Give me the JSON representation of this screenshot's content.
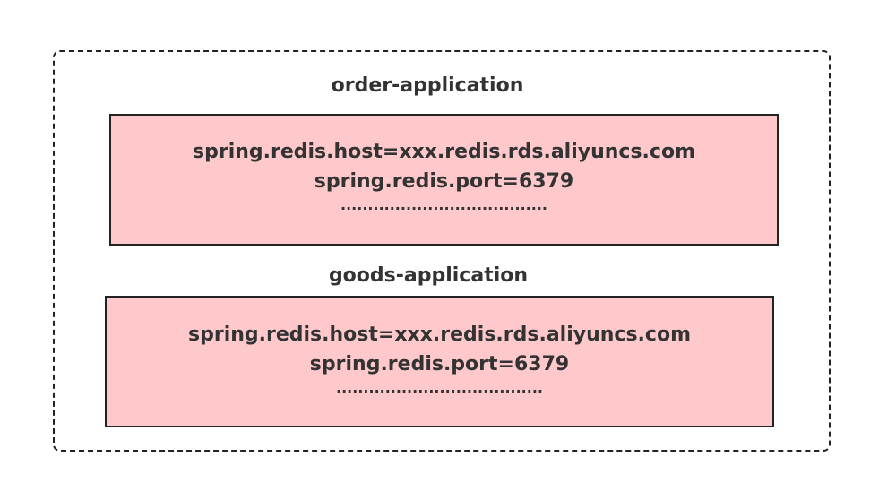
{
  "groups": [
    {
      "title": "order-application",
      "lines": [
        "spring.redis.host=xxx.redis.rds.aliyuncs.com",
        "spring.redis.port=6379"
      ],
      "ellipsis": "......................................"
    },
    {
      "title": "goods-application",
      "lines": [
        "spring.redis.host=xxx.redis.rds.aliyuncs.com",
        "spring.redis.port=6379"
      ],
      "ellipsis": "......................................"
    }
  ],
  "colors": {
    "box_fill": "#ffc9cc",
    "border": "#222222",
    "text": "#333333"
  }
}
